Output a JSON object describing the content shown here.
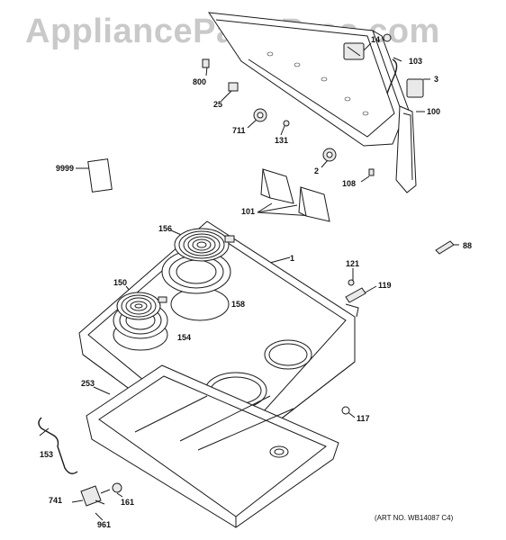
{
  "watermark": "AppliancePartsPros.com",
  "art_number": "(ART NO. WB14087 C4)",
  "callouts": [
    {
      "id": "14",
      "label": "14"
    },
    {
      "id": "103",
      "label": "103"
    },
    {
      "id": "800",
      "label": "800"
    },
    {
      "id": "3",
      "label": "3"
    },
    {
      "id": "25",
      "label": "25"
    },
    {
      "id": "100",
      "label": "100"
    },
    {
      "id": "711",
      "label": "711"
    },
    {
      "id": "131",
      "label": "131"
    },
    {
      "id": "2",
      "label": "2"
    },
    {
      "id": "108",
      "label": "108"
    },
    {
      "id": "9999",
      "label": "9999"
    },
    {
      "id": "101",
      "label": "101"
    },
    {
      "id": "156",
      "label": "156"
    },
    {
      "id": "1",
      "label": "1"
    },
    {
      "id": "88",
      "label": "88"
    },
    {
      "id": "121",
      "label": "121"
    },
    {
      "id": "150",
      "label": "150"
    },
    {
      "id": "119",
      "label": "119"
    },
    {
      "id": "158",
      "label": "158"
    },
    {
      "id": "154",
      "label": "154"
    },
    {
      "id": "253",
      "label": "253"
    },
    {
      "id": "117",
      "label": "117"
    },
    {
      "id": "153",
      "label": "153"
    },
    {
      "id": "741",
      "label": "741"
    },
    {
      "id": "161",
      "label": "161"
    },
    {
      "id": "961",
      "label": "961"
    }
  ]
}
